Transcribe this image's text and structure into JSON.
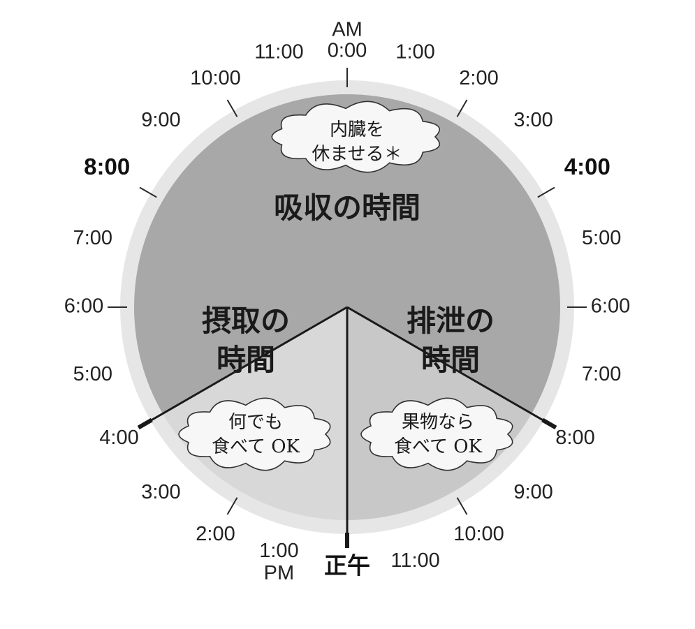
{
  "clock": {
    "top_hour_lines": [
      "AM",
      "0:00"
    ],
    "noon_label": "正午",
    "am_hours": [
      "1:00",
      "2:00",
      "3:00",
      "4:00",
      "5:00",
      "6:00",
      "7:00",
      "8:00",
      "9:00",
      "10:00",
      "11:00"
    ],
    "pm_hours": [
      "1:00",
      "2:00",
      "3:00",
      "4:00",
      "5:00",
      "6:00",
      "7:00",
      "8:00",
      "9:00",
      "10:00",
      "11:00"
    ],
    "pm_marker": "PM",
    "major_hours": [
      "4:00",
      "8:00"
    ]
  },
  "phases": {
    "absorption": {
      "label": "吸収の時間",
      "fill": "#a8a8a8"
    },
    "excretion": {
      "label_lines": [
        "排泄の",
        "時間"
      ],
      "fill": "#c8c8c8"
    },
    "intake": {
      "label_lines": [
        "摂取の",
        "時間"
      ],
      "fill": "#d8d8d8"
    }
  },
  "clouds": {
    "absorption": [
      "内臓を",
      "休ませる＊"
    ],
    "excretion": [
      "果物なら",
      "食べて OK"
    ],
    "intake": [
      "何でも",
      "食べて OK"
    ]
  },
  "colors": {
    "outer_ring": "#e6e6e6",
    "divider": "#1a1a1a",
    "cloud_fill": "#f7f7f7",
    "cloud_stroke": "#333333"
  }
}
